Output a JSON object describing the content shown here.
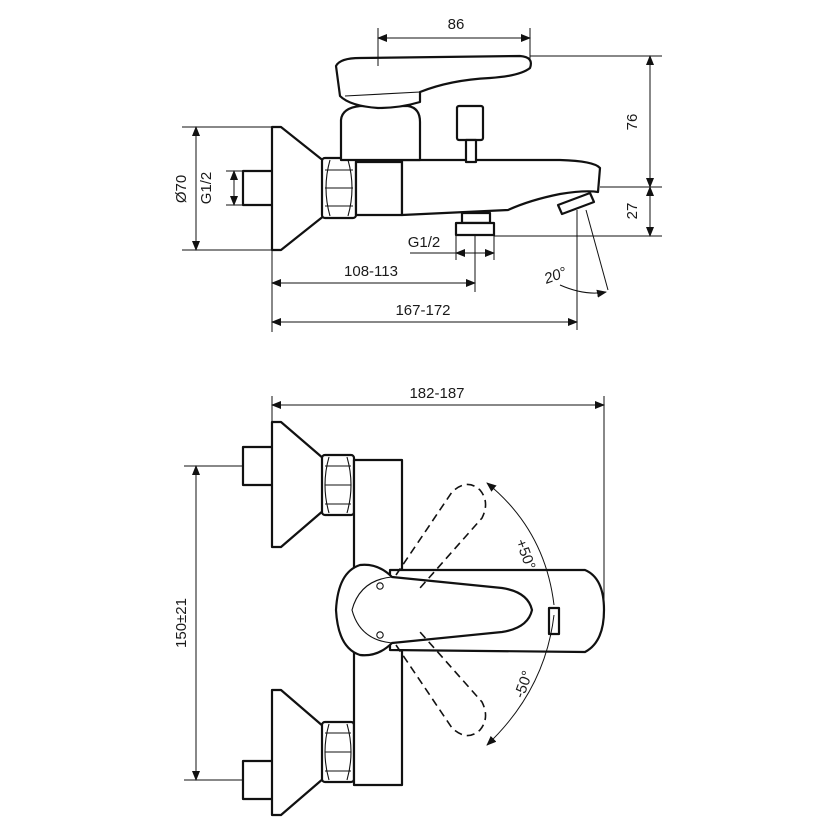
{
  "side_view": {
    "dim_lever_width": "86",
    "dim_height_total": "76",
    "dim_spout_drop": "27",
    "dim_flange_diameter": "Ø70",
    "dim_inlet_thread": "G1/2",
    "dim_outlet_thread": "G1/2",
    "dim_inner_length": "108-113",
    "dim_total_length": "167-172",
    "dim_spout_angle": "20°"
  },
  "top_view": {
    "dim_projection": "182-187",
    "dim_center_distance": "150±21",
    "dim_lever_plus": "+50°",
    "dim_lever_minus": "-50°"
  }
}
